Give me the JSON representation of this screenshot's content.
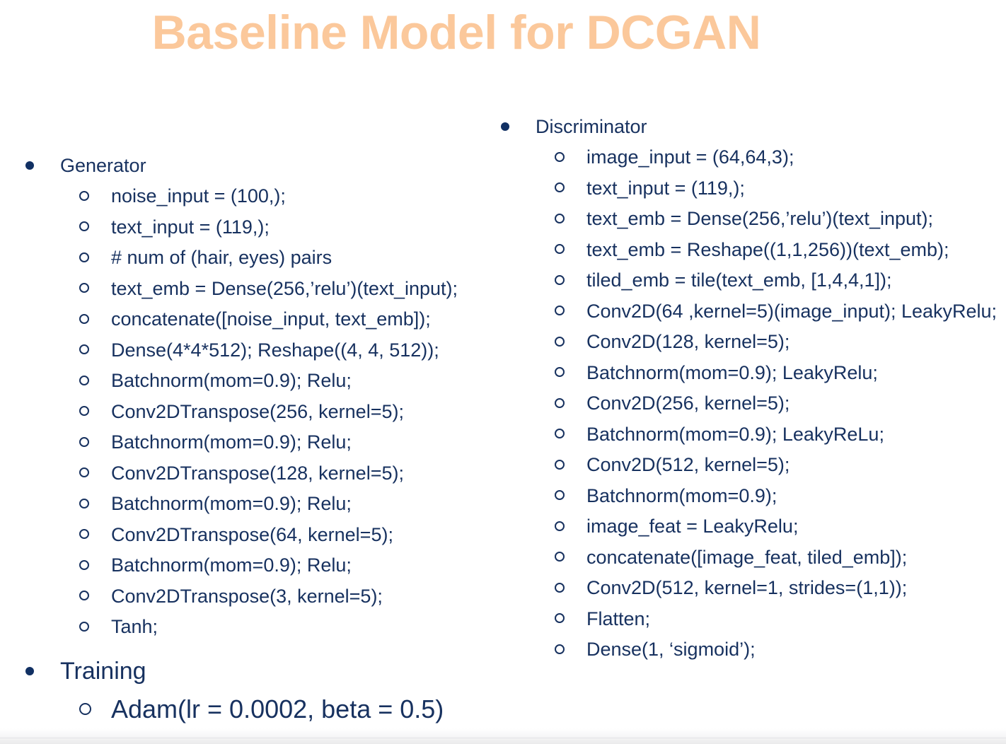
{
  "slide": {
    "title": "Baseline Model for DCGAN",
    "title_color": "#fbc89b",
    "text_color": "#17315f",
    "background_color": "#ffffff"
  },
  "left_column": {
    "sections": [
      {
        "heading": "Generator",
        "items": [
          "noise_input = (100,);",
          "text_input = (119,);",
          " # num of (hair, eyes) pairs",
          "text_emb = Dense(256,’relu’)(text_input);",
          "concatenate([noise_input, text_emb]);",
          "Dense(4*4*512); Reshape((4, 4, 512));",
          "Batchnorm(mom=0.9); Relu;",
          "Conv2DTranspose(256, kernel=5);",
          "Batchnorm(mom=0.9); Relu;",
          "Conv2DTranspose(128, kernel=5);",
          "Batchnorm(mom=0.9); Relu;",
          "Conv2DTranspose(64, kernel=5);",
          "Batchnorm(mom=0.9); Relu;",
          "Conv2DTranspose(3, kernel=5);",
          "Tanh;"
        ]
      },
      {
        "heading": "Training",
        "items": [
          "Adam(lr = 0.0002, beta = 0.5)"
        ]
      }
    ]
  },
  "right_column": {
    "sections": [
      {
        "heading": "Discriminator",
        "items": [
          "image_input = (64,64,3);",
          "text_input = (119,);",
          "text_emb = Dense(256,’relu’)(text_input);",
          "text_emb = Reshape((1,1,256))(text_emb);",
          "tiled_emb = tile(text_emb, [1,4,4,1]);",
          "Conv2D(64 ,kernel=5)(image_input); LeakyRelu;",
          "Conv2D(128, kernel=5);",
          "Batchnorm(mom=0.9); LeakyRelu;",
          "Conv2D(256, kernel=5);",
          "Batchnorm(mom=0.9); LeakyReLu;",
          "Conv2D(512, kernel=5);",
          "Batchnorm(mom=0.9);",
          "image_feat = LeakyRelu;",
          "concatenate([image_feat, tiled_emb]);",
          "Conv2D(512, kernel=1, strides=(1,1));",
          "Flatten;",
          "Dense(1, ‘sigmoid’);"
        ]
      }
    ]
  }
}
